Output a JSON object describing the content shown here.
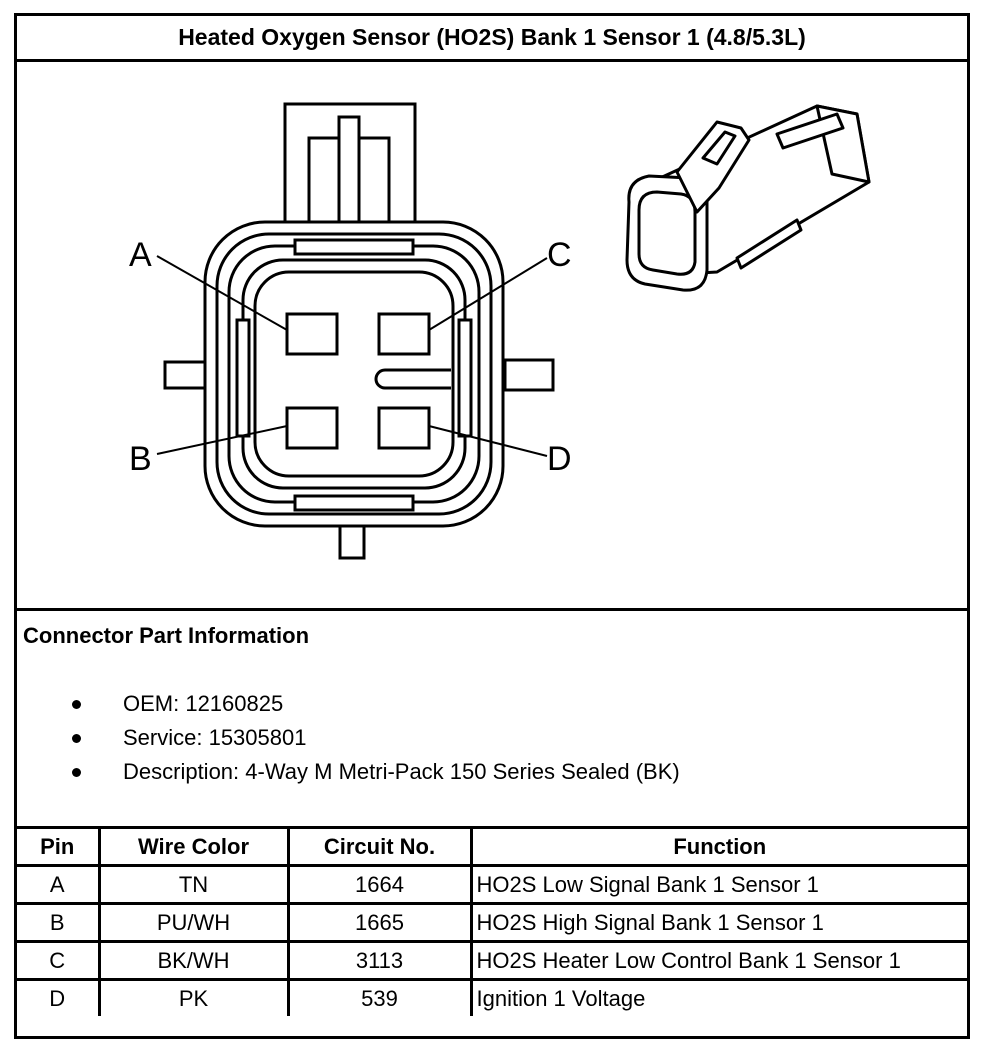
{
  "title": "Heated Oxygen Sensor (HO2S) Bank 1 Sensor 1 (4.8/5.3L)",
  "pin_labels": {
    "a": "A",
    "b": "B",
    "c": "C",
    "d": "D"
  },
  "connector_info": {
    "heading": "Connector Part Information",
    "items": [
      "OEM: 12160825",
      "Service: 15305801",
      "Description: 4-Way M Metri-Pack 150 Series Sealed (BK)"
    ]
  },
  "table": {
    "headers": [
      "Pin",
      "Wire Color",
      "Circuit No.",
      "Function"
    ],
    "rows": [
      [
        "A",
        "TN",
        "1664",
        "HO2S Low Signal Bank 1 Sensor 1"
      ],
      [
        "B",
        "PU/WH",
        "1665",
        "HO2S High Signal Bank 1 Sensor 1"
      ],
      [
        "C",
        "BK/WH",
        "3113",
        "HO2S Heater Low Control Bank 1 Sensor 1"
      ],
      [
        "D",
        "PK",
        "539",
        "Ignition 1 Voltage"
      ]
    ]
  }
}
